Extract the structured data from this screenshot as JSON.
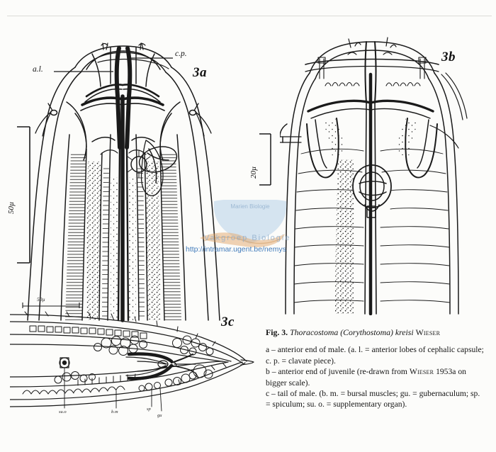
{
  "figure": {
    "plate_id": "Fig. 3",
    "panels": [
      {
        "id": "3a",
        "label": "3a",
        "subject": "anterior end of male",
        "annotations": [
          {
            "key": "a.l.",
            "text": "a.l.",
            "meaning": "anterior lobes of cephalic capsule"
          },
          {
            "key": "c.p.",
            "text": "c.p.",
            "meaning": "clavate piece"
          }
        ],
        "scale_bar": {
          "text": "50µ",
          "value": 50,
          "unit": "µ",
          "orientation": "vertical"
        }
      },
      {
        "id": "3b",
        "label": "3b",
        "subject": "anterior end of juvenile",
        "annotations": [],
        "scale_bar": {
          "text": "20µ",
          "value": 20,
          "unit": "µ",
          "orientation": "vertical"
        }
      },
      {
        "id": "3c",
        "label": "3c",
        "subject": "tail of male",
        "annotations": [
          {
            "key": "su.o",
            "text": "su.o",
            "meaning": "supplementary organ"
          },
          {
            "key": "b.m",
            "text": "b.m",
            "meaning": "bursal muscles"
          },
          {
            "key": "sp",
            "text": "sp",
            "meaning": "spiculum"
          },
          {
            "key": "gu",
            "text": "gu",
            "meaning": "gubernaculum"
          }
        ],
        "scale_bar": {
          "text": "50µ",
          "value": 50,
          "unit": "µ",
          "orientation": "horizontal"
        }
      }
    ]
  },
  "caption": {
    "fig_number": "Fig. 3.",
    "taxon": "Thoracostoma (Corythostoma) kreisi",
    "authority": "Wieser",
    "entries": [
      {
        "letter": "a",
        "pre": "a – anterior end of male. (a. l. = anterior lobes of cephalic capsule; c. p. = clavate piece).",
        "has_authority": false
      },
      {
        "letter": "b",
        "pre": "b – anterior end of juvenile (re-drawn from ",
        "authority": "Wieser",
        "post": " 1953a on bigger scale).",
        "has_authority": true
      },
      {
        "letter": "c",
        "pre": "c – tail of male. (b. m. = bursal muscles; gu. = gubernaculum; sp. = spiculum; su. o. = supplementary organ).",
        "has_authority": false
      }
    ]
  },
  "watermark": {
    "organization": "Vakgroep Biologie",
    "url": "http://intramar.ugent.be/nemys",
    "shield_color": "#bcd6ea",
    "url_color": "#2f6fb5",
    "accent_color": "#e0a060"
  },
  "colors": {
    "paper": "#fcfcfa",
    "ink": "#1a1a1a",
    "rule": "#dcdcd6"
  }
}
